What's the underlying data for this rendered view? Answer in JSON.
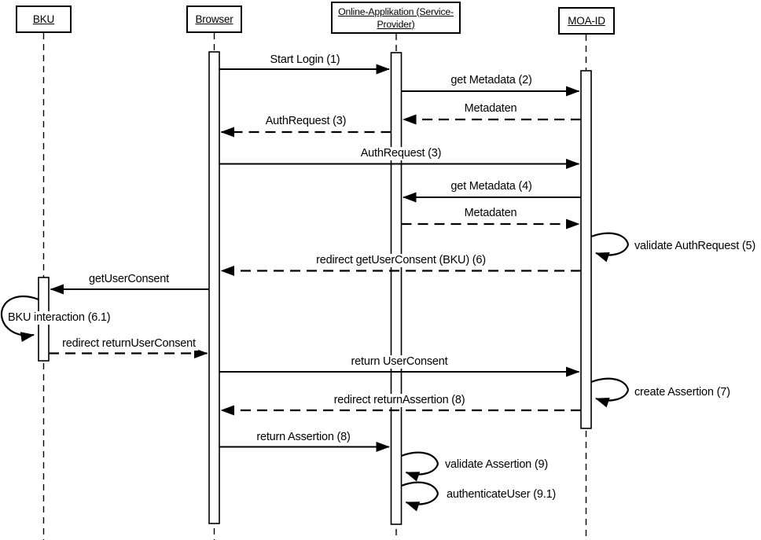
{
  "participants": [
    {
      "label": "BKU",
      "label_lines": [
        "BKU"
      ]
    },
    {
      "label": "Browser",
      "label_lines": [
        "Browser"
      ]
    },
    {
      "label": "Online-Applikation (Service-Provider)",
      "label_lines": [
        "Online-Applikation (Service-",
        "Provider)"
      ]
    },
    {
      "label": "MOA-ID",
      "label_lines": [
        "MOA-ID"
      ]
    }
  ],
  "messages": [
    {
      "label": "Start Login (1)",
      "from": "Browser",
      "to": "Online-Applikation (Service-Provider)",
      "style": "solid"
    },
    {
      "label": "get Metadata (2)",
      "from": "Online-Applikation (Service-Provider)",
      "to": "MOA-ID",
      "style": "solid"
    },
    {
      "label": "Metadaten",
      "from": "MOA-ID",
      "to": "Online-Applikation (Service-Provider)",
      "style": "dashed"
    },
    {
      "label": "AuthRequest (3)",
      "from": "Online-Applikation (Service-Provider)",
      "to": "Browser",
      "style": "dashed"
    },
    {
      "label": "AuthRequest (3)",
      "from": "Browser",
      "to": "MOA-ID",
      "style": "solid"
    },
    {
      "label": "get Metadata (4)",
      "from": "MOA-ID",
      "to": "Online-Applikation (Service-Provider)",
      "style": "solid"
    },
    {
      "label": "Metadaten",
      "from": "Online-Applikation (Service-Provider)",
      "to": "MOA-ID",
      "style": "dashed"
    },
    {
      "label": "validate AuthRequest (5)",
      "from": "MOA-ID",
      "to": "MOA-ID",
      "style": "self"
    },
    {
      "label": "redirect getUserConsent (BKU) (6)",
      "from": "MOA-ID",
      "to": "Browser",
      "style": "dashed"
    },
    {
      "label": "getUserConsent",
      "from": "Browser",
      "to": "BKU",
      "style": "solid"
    },
    {
      "label": "BKU interaction (6.1)",
      "from": "BKU",
      "to": "BKU",
      "style": "self"
    },
    {
      "label": "redirect returnUserConsent",
      "from": "BKU",
      "to": "Browser",
      "style": "dashed"
    },
    {
      "label": "return UserConsent",
      "from": "Browser",
      "to": "MOA-ID",
      "style": "solid"
    },
    {
      "label": "create Assertion (7)",
      "from": "MOA-ID",
      "to": "MOA-ID",
      "style": "self"
    },
    {
      "label": "redirect returnAssertion (8)",
      "from": "MOA-ID",
      "to": "Browser",
      "style": "dashed"
    },
    {
      "label": "return Assertion (8)",
      "from": "Browser",
      "to": "Online-Applikation (Service-Provider)",
      "style": "solid"
    },
    {
      "label": "validate Assertion (9)",
      "from": "Online-Applikation (Service-Provider)",
      "to": "Online-Applikation (Service-Provider)",
      "style": "self"
    },
    {
      "label": "authenticateUser (9.1)",
      "from": "Online-Applikation (Service-Provider)",
      "to": "Online-Applikation (Service-Provider)",
      "style": "self"
    }
  ],
  "colors": {
    "line": "#000000",
    "background": "#ffffff",
    "text": "#000000"
  }
}
